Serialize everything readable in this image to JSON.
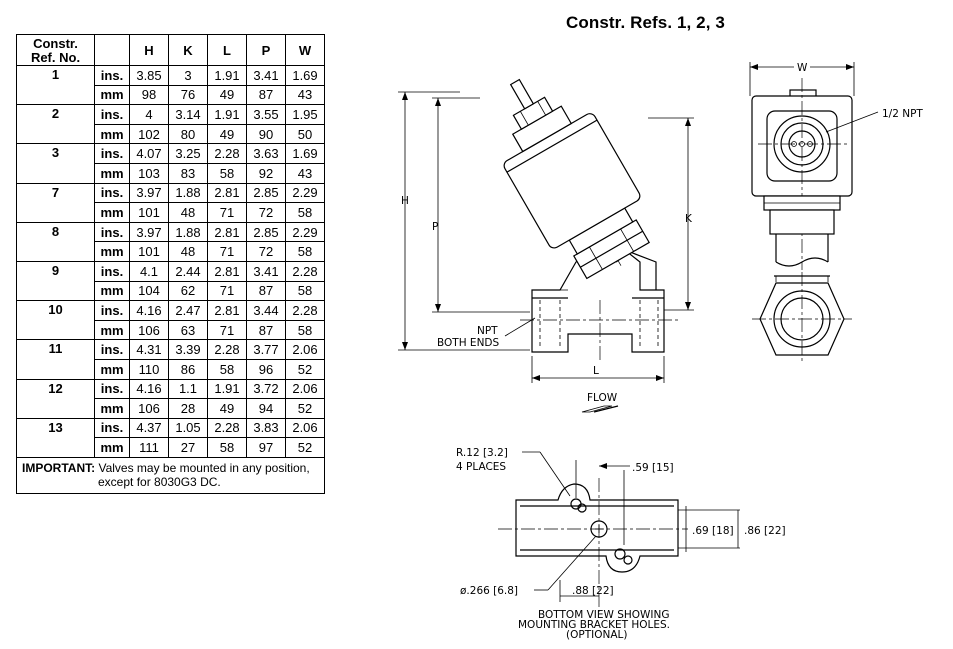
{
  "title": "Constr. Refs. 1, 2, 3",
  "table": {
    "header": {
      "ref_line1": "Constr.",
      "ref_line2": "Ref. No.",
      "unit": "",
      "cols": [
        "H",
        "K",
        "L",
        "P",
        "W"
      ]
    },
    "rows": [
      {
        "ref": "1",
        "ins": [
          "3.85",
          "3",
          "1.91",
          "3.41",
          "1.69"
        ],
        "mm": [
          "98",
          "76",
          "49",
          "87",
          "43"
        ]
      },
      {
        "ref": "2",
        "ins": [
          "4",
          "3.14",
          "1.91",
          "3.55",
          "1.95"
        ],
        "mm": [
          "102",
          "80",
          "49",
          "90",
          "50"
        ]
      },
      {
        "ref": "3",
        "ins": [
          "4.07",
          "3.25",
          "2.28",
          "3.63",
          "1.69"
        ],
        "mm": [
          "103",
          "83",
          "58",
          "92",
          "43"
        ]
      },
      {
        "ref": "7",
        "ins": [
          "3.97",
          "1.88",
          "2.81",
          "2.85",
          "2.29"
        ],
        "mm": [
          "101",
          "48",
          "71",
          "72",
          "58"
        ]
      },
      {
        "ref": "8",
        "ins": [
          "3.97",
          "1.88",
          "2.81",
          "2.85",
          "2.29"
        ],
        "mm": [
          "101",
          "48",
          "71",
          "72",
          "58"
        ]
      },
      {
        "ref": "9",
        "ins": [
          "4.1",
          "2.44",
          "2.81",
          "3.41",
          "2.28"
        ],
        "mm": [
          "104",
          "62",
          "71",
          "87",
          "58"
        ]
      },
      {
        "ref": "10",
        "ins": [
          "4.16",
          "2.47",
          "2.81",
          "3.44",
          "2.28"
        ],
        "mm": [
          "106",
          "63",
          "71",
          "87",
          "58"
        ]
      },
      {
        "ref": "11",
        "ins": [
          "4.31",
          "3.39",
          "2.28",
          "3.77",
          "2.06"
        ],
        "mm": [
          "110",
          "86",
          "58",
          "96",
          "52"
        ]
      },
      {
        "ref": "12",
        "ins": [
          "4.16",
          "1.1",
          "1.91",
          "3.72",
          "2.06"
        ],
        "mm": [
          "106",
          "28",
          "49",
          "94",
          "52"
        ]
      },
      {
        "ref": "13",
        "ins": [
          "4.37",
          "1.05",
          "2.28",
          "3.83",
          "2.06"
        ],
        "mm": [
          "111",
          "27",
          "58",
          "97",
          "52"
        ]
      }
    ],
    "unit_ins": "ins.",
    "unit_mm": "mm",
    "note_label": "IMPORTANT:",
    "note_line1": "Valves may be mounted in any position,",
    "note_line2": "except for 8030G3 DC."
  },
  "drawing": {
    "dim_h": "H",
    "dim_p": "P",
    "dim_k": "K",
    "dim_l": "L",
    "dim_w": "W",
    "npt_line1": "NPT",
    "npt_line2": "BOTH ENDS",
    "flow": "FLOW",
    "half_npt": "1/2 NPT",
    "radius_line1": "R.12 [3.2]",
    "radius_line2": "4 PLACES",
    "dim_59": ".59 [15]",
    "dim_69": ".69 [18]",
    "dim_86": ".86 [22]",
    "dim_88": ".88 [22]",
    "dim_hole": "ø.266 [6.8]",
    "bottom_line1": "BOTTOM VIEW SHOWING",
    "bottom_line2": "MOUNTING BRACKET HOLES.",
    "bottom_line3": "(OPTIONAL)"
  }
}
